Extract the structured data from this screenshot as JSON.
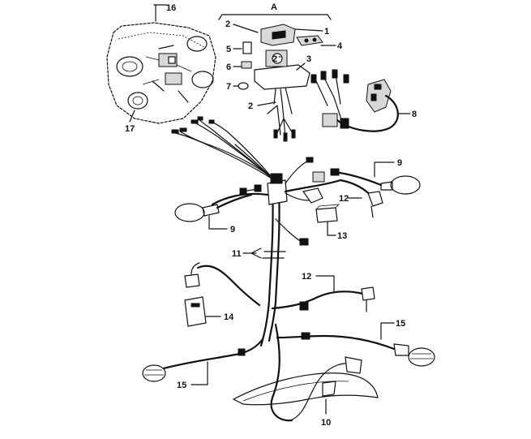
{
  "callouts": {
    "c1": "1",
    "c2a": "2",
    "c2b": "2",
    "c2c": "2",
    "c3": "3",
    "c4": "4",
    "c5": "5",
    "c6": "6",
    "c7": "7",
    "c8": "8",
    "c9a": "9",
    "c9b": "9",
    "c10": "10",
    "c11": "11",
    "c12a": "12",
    "c12b": "12",
    "c13": "13",
    "c14": "14",
    "c15a": "15",
    "c15b": "15",
    "c16": "16",
    "c17": "17",
    "groupA": "A"
  }
}
